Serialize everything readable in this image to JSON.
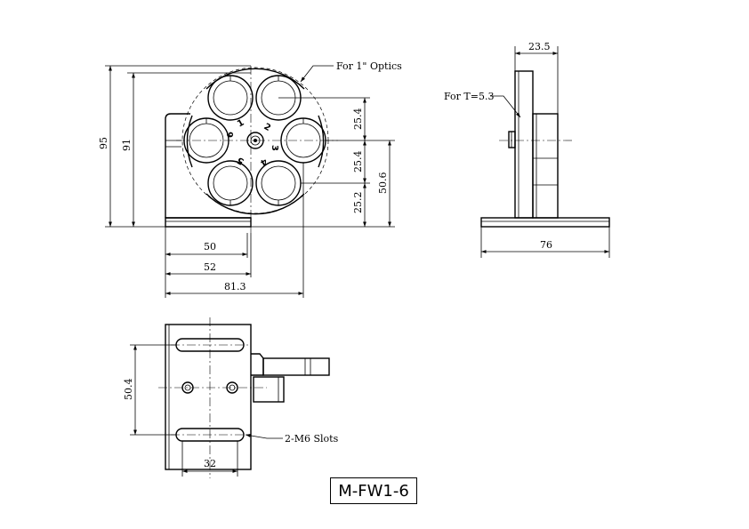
{
  "model_number": "M-FW1-6",
  "front_view": {
    "note_optics": "For 1\" Optics",
    "slot_numbers": [
      "1",
      "2",
      "3",
      "4",
      "5",
      "6"
    ],
    "dims": {
      "overall_height": "95",
      "center_height": "91",
      "pitch_upper": "25.4",
      "pitch_lower": "25.4",
      "lower_offset": "25.2",
      "axis_height": "50.6",
      "width_50": "50",
      "width_52": "52",
      "width_81_3": "81.3"
    }
  },
  "side_view": {
    "note_thickness": "For T=5.3",
    "dims": {
      "top_width": "23.5",
      "base_width": "76"
    }
  },
  "top_view": {
    "note_slots": "2-M6 Slots",
    "dims": {
      "slot_spacing": "50.4",
      "hole_spacing": "32"
    }
  }
}
